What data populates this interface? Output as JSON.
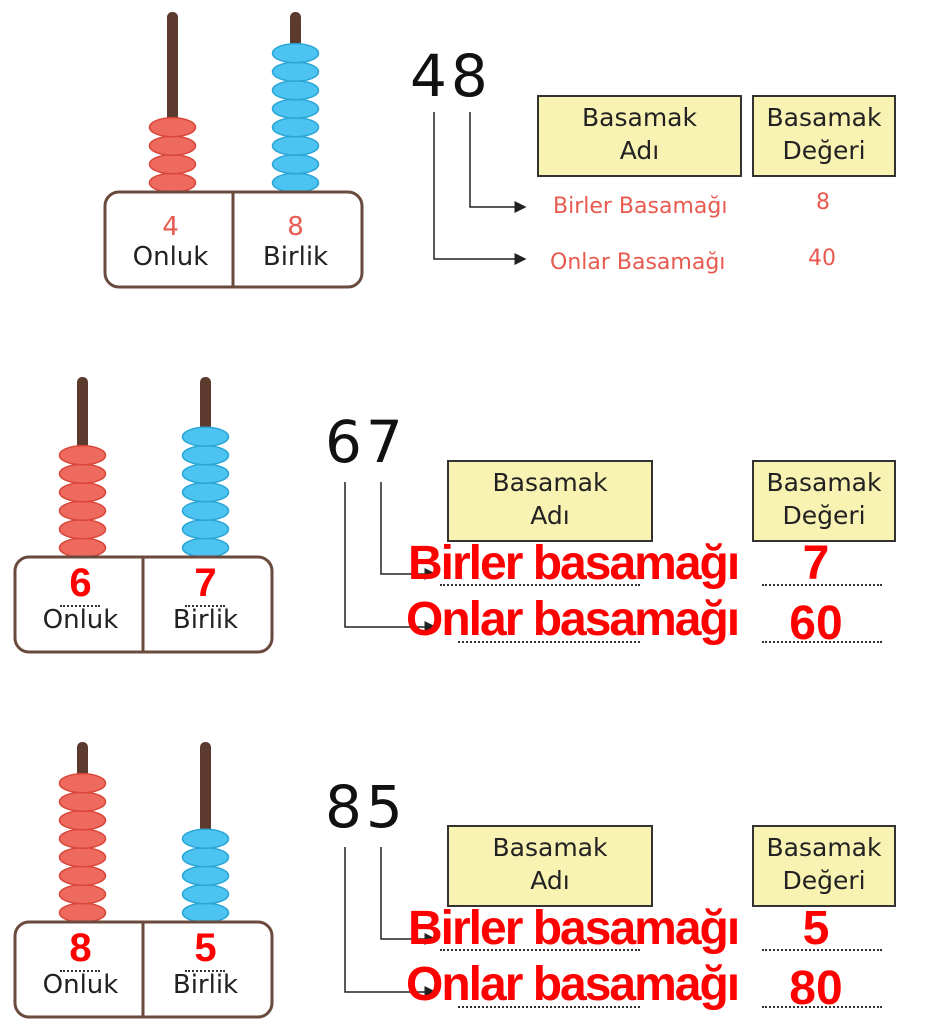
{
  "header_labels": {
    "place_name": "Basamak\nAdı",
    "place_value": "Basamak\nDeğeri"
  },
  "units": {
    "tens": "Onluk",
    "ones": "Birlik"
  },
  "colors": {
    "tens_bead": "#ef6a5e",
    "ones_bead": "#4cc3f0",
    "answer_red": "#ff0000",
    "example_red": "#e85a4f",
    "header_bg": "#f8f2b3"
  },
  "examples": [
    {
      "number": "48",
      "tens_digit": "4",
      "ones_digit": "8",
      "ones_row_name": "Birler Basamağı",
      "ones_row_value": "8",
      "tens_row_name": "Onlar Basamağı",
      "tens_row_value": "40"
    },
    {
      "number": "67",
      "tens_digit": "6",
      "ones_digit": "7",
      "ones_row_name": "Birler basamağı",
      "ones_row_value": "7",
      "tens_row_name": "Onlar basamağı",
      "tens_row_value": "60"
    },
    {
      "number": "85",
      "tens_digit": "8",
      "ones_digit": "5",
      "ones_row_name": "Birler basamağı",
      "ones_row_value": "5",
      "tens_row_name": "Onlar basamağı",
      "tens_row_value": "80"
    }
  ]
}
